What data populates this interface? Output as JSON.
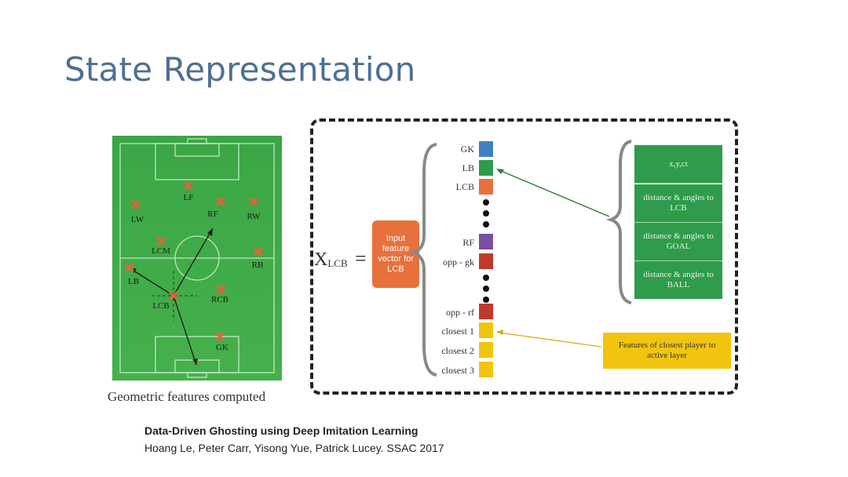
{
  "slide": {
    "title": "State Representation",
    "pitch_caption": "Geometric features computed",
    "reference_title": "Data-Driven Ghosting using Deep Imitation Learning",
    "reference_authors": "Hoang Le, Peter Carr, Yisong Yue, Patrick Lucey.  SSAC 2017"
  },
  "pitch": {
    "players": [
      "LF",
      "RF",
      "RW",
      "LW",
      "LCM",
      "RB",
      "LB",
      "LCB",
      "RCB",
      "GK"
    ]
  },
  "equation": {
    "variable": "X",
    "subscript": "LCB",
    "equals": "=",
    "input_box": "Input feature vector for LCB"
  },
  "features": {
    "top": [
      "GK",
      "LB",
      "LCB"
    ],
    "middle": [
      "RF",
      "opp - gk"
    ],
    "bottom": [
      "opp - rf",
      "closest 1",
      "closest 2",
      "closest 3"
    ]
  },
  "descriptors": [
    "x,y,ct",
    "distance & angles to LCB",
    "distance & angles to GOAL",
    "distance & angles to BALL"
  ],
  "closest_note": "Features of closest player to active layer",
  "colors": {
    "title": "#4f6f94",
    "pitch_green": "#3aa645",
    "player_marker": "#e8613a",
    "gk": "#3f82c4",
    "lb": "#2e9c4b",
    "lcb": "#e8703a",
    "rf": "#7b4fa0",
    "opp": "#c0392b",
    "closest": "#f1c40f"
  }
}
